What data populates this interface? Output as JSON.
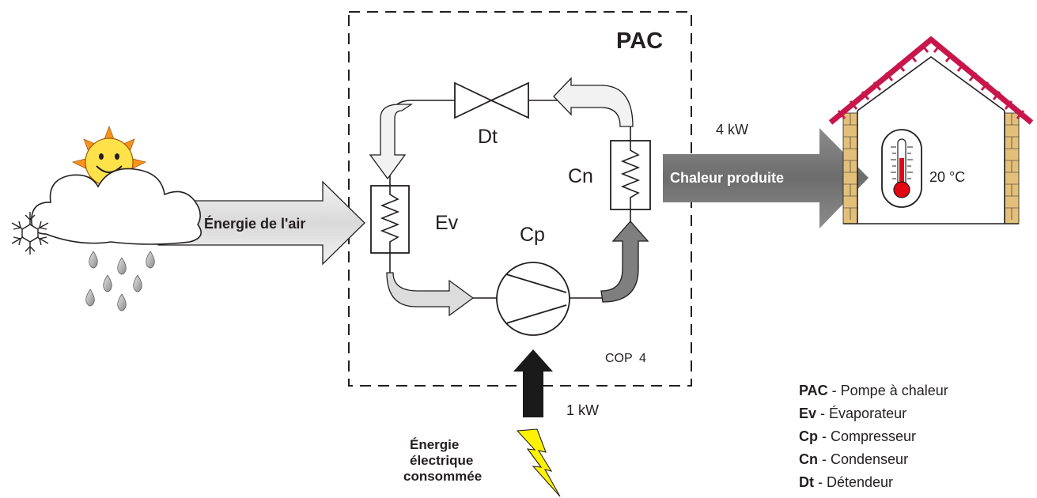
{
  "pac_title": "PAC",
  "components": {
    "evaporator": "Ev",
    "compressor": "Cp",
    "condenser": "Cn",
    "expansion_valve": "Dt"
  },
  "flows": {
    "air_energy": "Énergie de l'air",
    "heat_produced": "Chaleur produite",
    "heat_power": "4 kW",
    "electric_power": "1 kW",
    "electric_label_line1": "Énergie",
    "electric_label_line2": "électrique",
    "electric_label_line3": "consommée"
  },
  "cop": {
    "label": "COP",
    "value": "4"
  },
  "house": {
    "temperature": "20 °C"
  },
  "legend": [
    {
      "abbr": "PAC",
      "desc": " - Pompe à chaleur"
    },
    {
      "abbr": "Ev",
      "desc": " - Évaporateur"
    },
    {
      "abbr": "Cp",
      "desc": " - Compresseur"
    },
    {
      "abbr": "Cn",
      "desc": " - Condenseur"
    },
    {
      "abbr": "Dt",
      "desc": " - Détendeur"
    }
  ],
  "colors": {
    "outline": "#231f20",
    "arrow_light": "#e6e6e6",
    "arrow_dark": "#7f7f7f",
    "electric_arrow": "#1a1a1a",
    "roof": "#c8164d",
    "brick": "#e3c07a",
    "lightning": "#fff200",
    "sun": "#f7941d",
    "sun_face": "#ffe24a",
    "thermo_red": "#e30613",
    "drop": "#b9b9b9"
  }
}
